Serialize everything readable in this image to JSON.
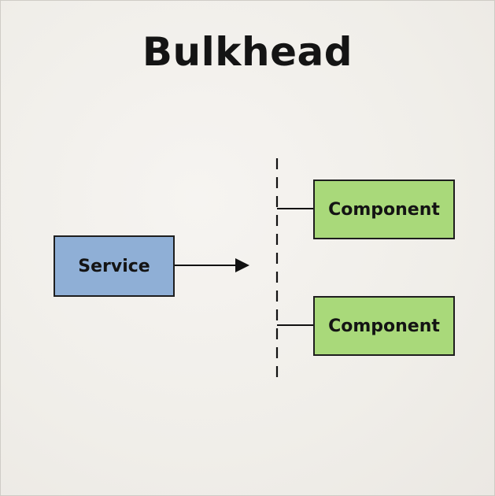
{
  "diagram": {
    "title": "Bulkhead",
    "nodes": [
      {
        "id": "service",
        "label": "Service",
        "color": "#8fafd6"
      },
      {
        "id": "component-1",
        "label": "Component",
        "color": "#a9d97a"
      },
      {
        "id": "component-2",
        "label": "Component",
        "color": "#a9d97a"
      }
    ],
    "edges": [
      {
        "from": "service",
        "to": "bulkhead-partition"
      },
      {
        "from": "bulkhead-partition",
        "to": "component-1"
      },
      {
        "from": "bulkhead-partition",
        "to": "component-2"
      }
    ]
  }
}
